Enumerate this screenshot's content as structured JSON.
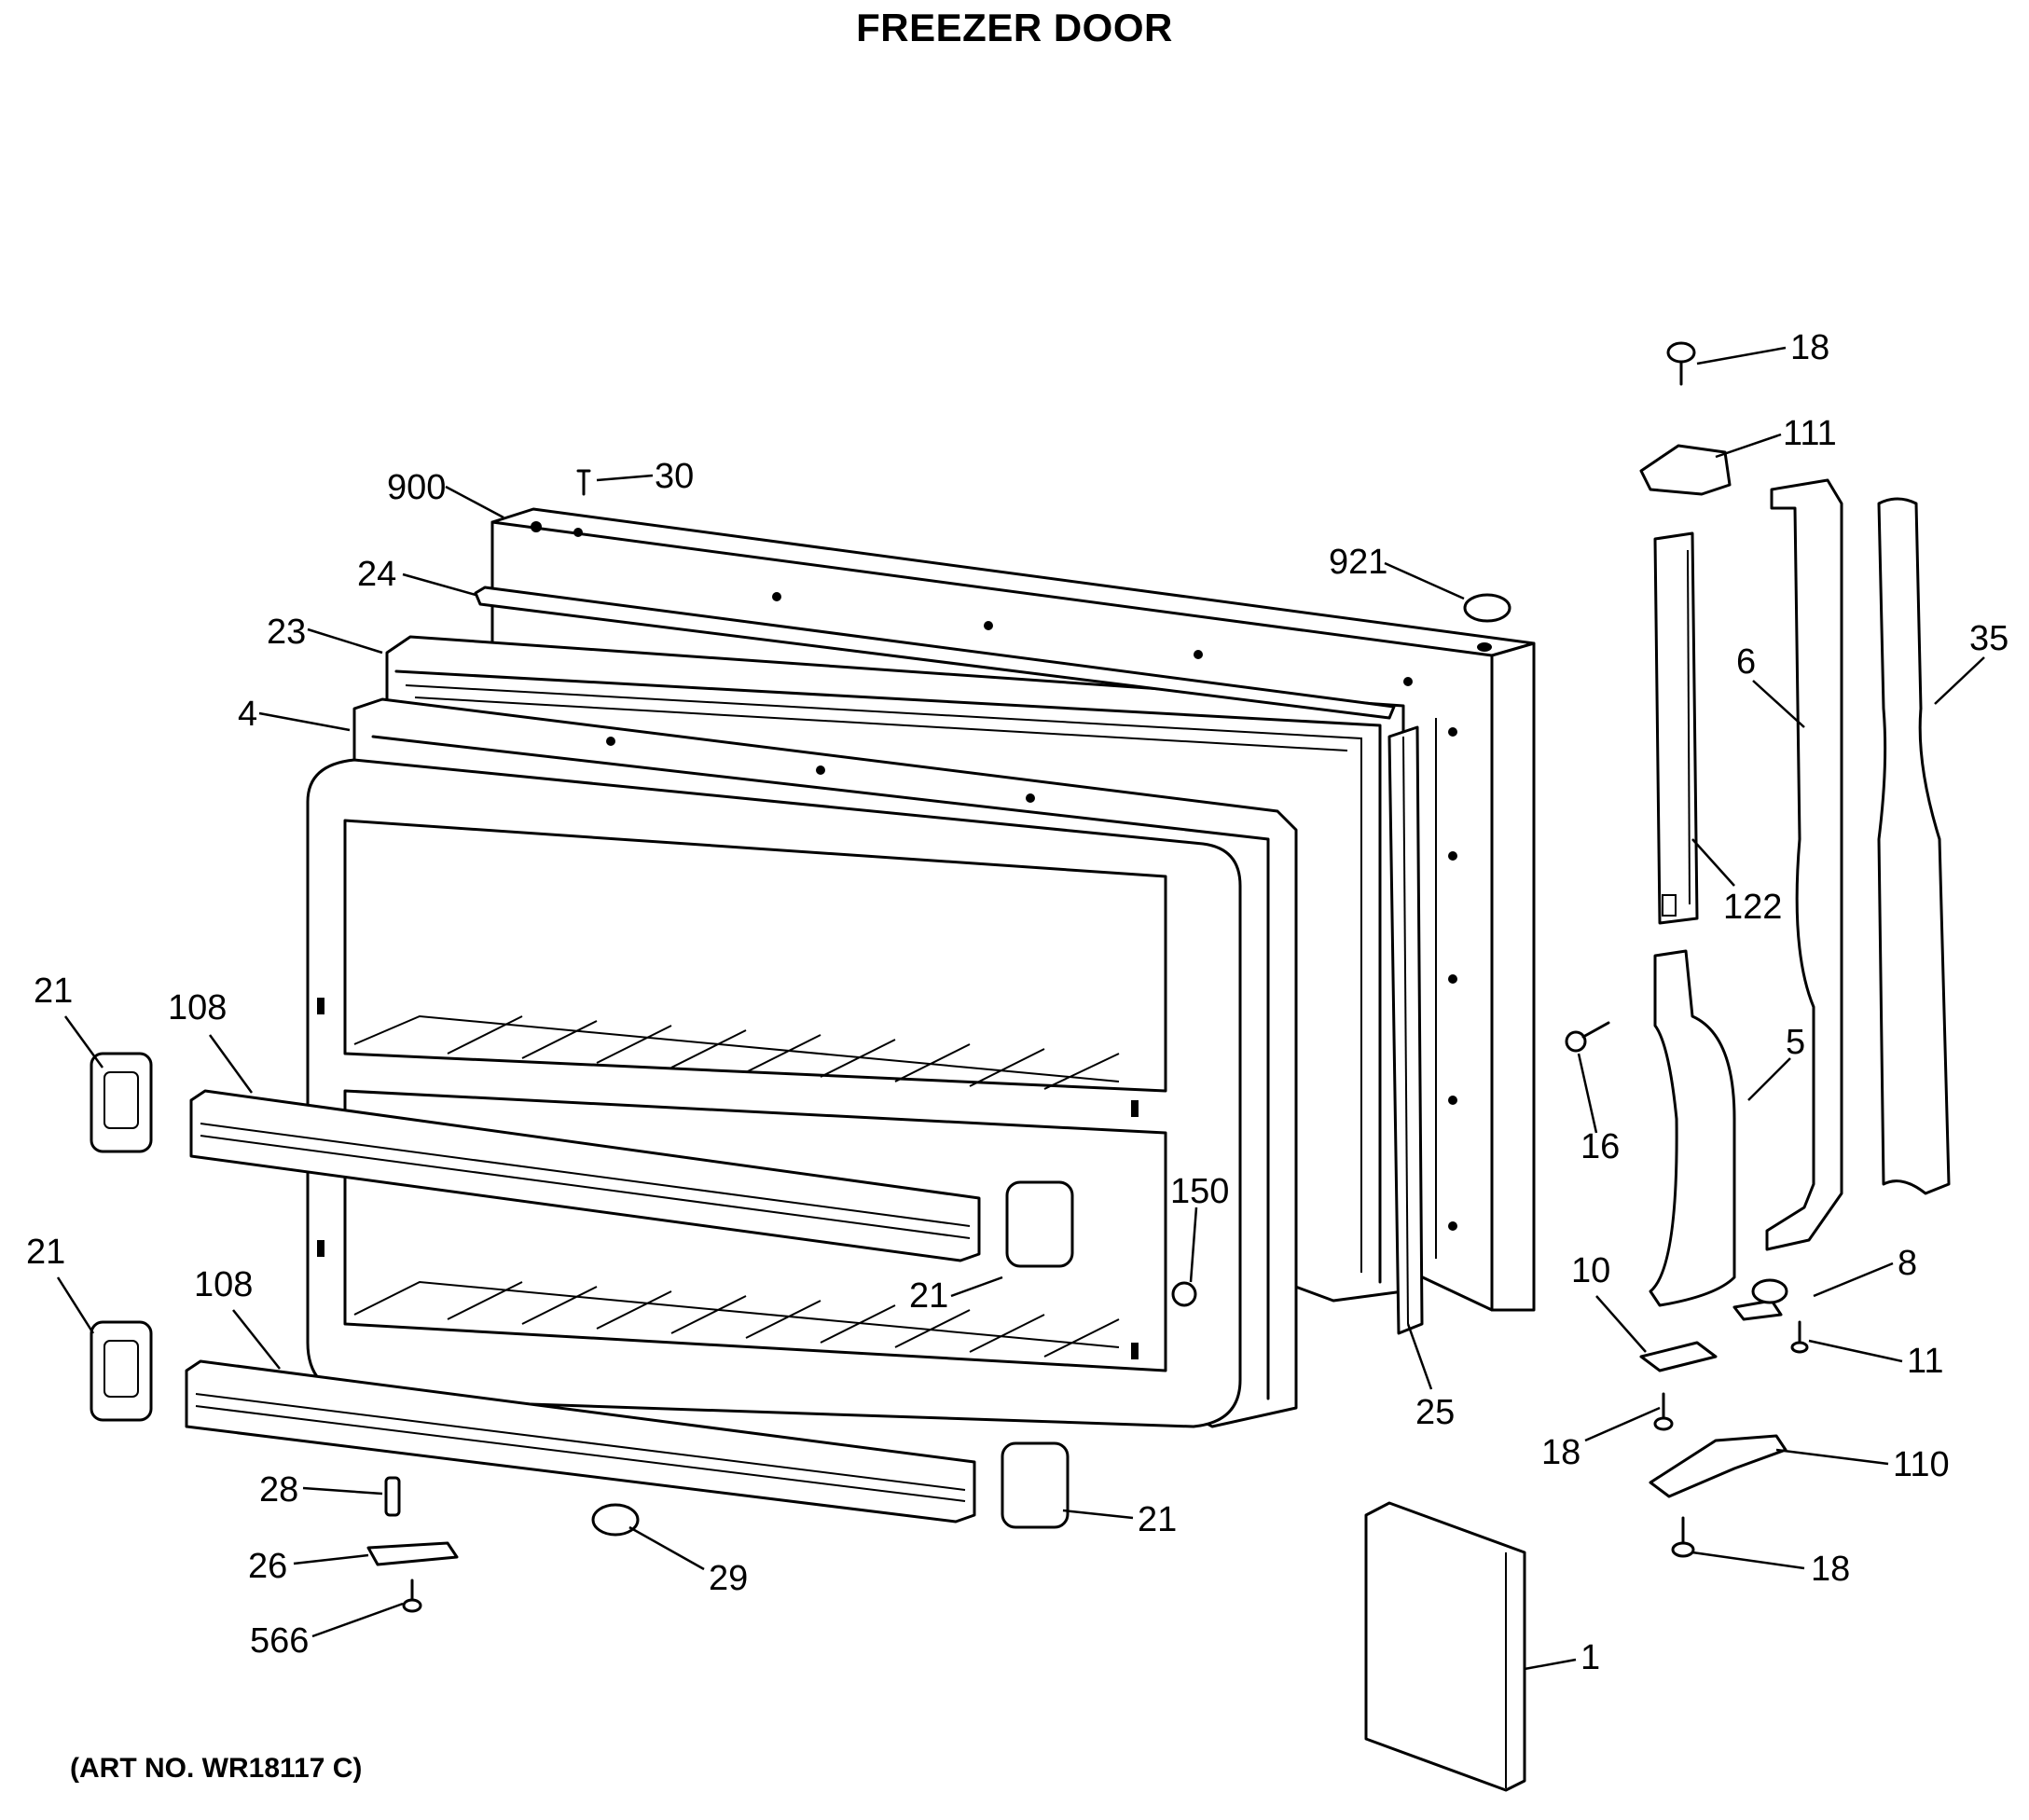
{
  "title": "FREEZER DOOR",
  "art_no": "(ART NO. WR18117 C)",
  "callouts": [
    {
      "id": "c-18a",
      "text": "18"
    },
    {
      "id": "c-111",
      "text": "111"
    },
    {
      "id": "c-30",
      "text": "30"
    },
    {
      "id": "c-900",
      "text": "900"
    },
    {
      "id": "c-921",
      "text": "921"
    },
    {
      "id": "c-24",
      "text": "24"
    },
    {
      "id": "c-23",
      "text": "23"
    },
    {
      "id": "c-4",
      "text": "4"
    },
    {
      "id": "c-35",
      "text": "35"
    },
    {
      "id": "c-6",
      "text": "6"
    },
    {
      "id": "c-122",
      "text": "122"
    },
    {
      "id": "c-21a",
      "text": "21"
    },
    {
      "id": "c-108a",
      "text": "108"
    },
    {
      "id": "c-5",
      "text": "5"
    },
    {
      "id": "c-16",
      "text": "16"
    },
    {
      "id": "c-150",
      "text": "150"
    },
    {
      "id": "c-21b",
      "text": "21"
    },
    {
      "id": "c-21c",
      "text": "21"
    },
    {
      "id": "c-108b",
      "text": "108"
    },
    {
      "id": "c-10",
      "text": "10"
    },
    {
      "id": "c-8",
      "text": "8"
    },
    {
      "id": "c-11",
      "text": "11"
    },
    {
      "id": "c-25",
      "text": "25"
    },
    {
      "id": "c-18b",
      "text": "18"
    },
    {
      "id": "c-110",
      "text": "110"
    },
    {
      "id": "c-28",
      "text": "28"
    },
    {
      "id": "c-21d",
      "text": "21"
    },
    {
      "id": "c-26",
      "text": "26"
    },
    {
      "id": "c-29",
      "text": "29"
    },
    {
      "id": "c-18c",
      "text": "18"
    },
    {
      "id": "c-566",
      "text": "566"
    },
    {
      "id": "c-1",
      "text": "1"
    }
  ]
}
